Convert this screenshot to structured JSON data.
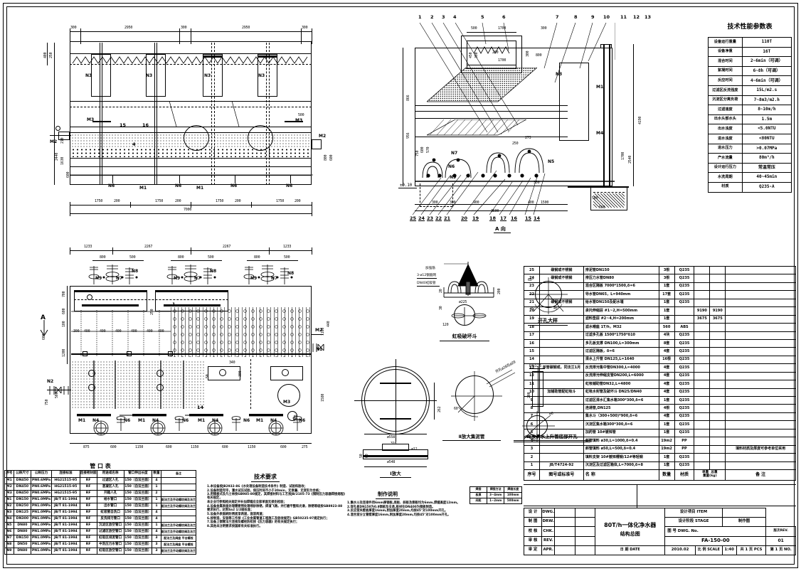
{
  "drawing": {
    "title": "80T/h一体化净水器",
    "subtitle": "结构总图",
    "dwg_no": "FA-150-00",
    "rev": "01",
    "date": "2010.02",
    "scale": "1:40",
    "stage": "制作图",
    "sheets_total": "共 1 页",
    "sheet_no": "第 1 页"
  },
  "param_table": {
    "title": "技术性能参数表",
    "rows": [
      {
        "k": "设备运行重量",
        "v": "110T"
      },
      {
        "k": "设备净重",
        "v": "16T"
      },
      {
        "k": "混合时间",
        "v": "2~6min（可调）"
      },
      {
        "k": "絮凝时间",
        "v": "6~8h（可调）"
      },
      {
        "k": "反应时间",
        "v": "4~6min（可调）"
      },
      {
        "k": "过滤区反洗强度",
        "v": "15L/m2.s"
      },
      {
        "k": "沉淀区分离负荷",
        "v": "7~8m3/m2.h"
      },
      {
        "k": "过滤速度",
        "v": "8~10m/h"
      },
      {
        "k": "出水头部水头",
        "v": "1.5m"
      },
      {
        "k": "出水浊度",
        "v": "<5.0NTU"
      },
      {
        "k": "进水浊度",
        "v": "<80NTU"
      },
      {
        "k": "进水压力",
        "v": ">0.07MPa"
      },
      {
        "k": "产水流量",
        "v": "80m³/h"
      },
      {
        "k": "设计运行压力",
        "v": "常温常压"
      },
      {
        "k": "水洗周期",
        "v": "40~45min"
      },
      {
        "k": "材质",
        "v": "Q235-A"
      }
    ]
  },
  "bom": {
    "header": {
      "no": "序号",
      "std": "图号或标准号",
      "name": "名 称",
      "qty": "数量",
      "mat": "材质",
      "w1": "单重",
      "w2": "总重",
      "wunit": "重量(kg)",
      "remark": "备 注"
    },
    "rows": [
      {
        "no": "25",
        "std": "碳钢或不锈钢",
        "name": "排泥管DN150",
        "qty": "3根",
        "mat": "Q235",
        "w1": "",
        "w2": "",
        "remark": ""
      },
      {
        "no": "24",
        "std": "碳钢或不锈钢",
        "name": "排压力水管DN80",
        "qty": "3根",
        "mat": "Q235",
        "w1": "",
        "w2": "",
        "remark": ""
      },
      {
        "no": "23",
        "std": "",
        "name": "混合区隔板 7000*1500,δ=6",
        "qty": "1套",
        "mat": "Q235",
        "w1": "",
        "w2": "",
        "remark": ""
      },
      {
        "no": "22",
        "std": "",
        "name": "导水管DN65，L=940mm",
        "qty": "17套",
        "mat": "Q235",
        "w1": "",
        "w2": "",
        "remark": ""
      },
      {
        "no": "21",
        "std": "碳钢或不锈钢",
        "name": "给水管DN150及配水堰",
        "qty": "1套",
        "mat": "Q235",
        "w1": "",
        "w2": "",
        "remark": ""
      },
      {
        "no": "20",
        "std": "",
        "name": "承托伸缩层 #1~2,H=500mm",
        "qty": "1套",
        "mat": "",
        "w1": "9190",
        "w2": "9190",
        "remark": ""
      },
      {
        "no": "19",
        "std": "",
        "name": "滤料垫层 #2~4,H=200mm",
        "qty": "1套",
        "mat": "",
        "w1": "3675",
        "w2": "3675",
        "remark": ""
      },
      {
        "no": "18",
        "std": "",
        "name": "滤水帽座 1T/h，M32",
        "qty": "560",
        "mat": "ABS",
        "w1": "",
        "w2": "",
        "remark": ""
      },
      {
        "no": "17",
        "std": "",
        "name": "过滤多孔板 1500*1750*δ10",
        "qty": "4块",
        "mat": "Q235",
        "w1": "",
        "w2": "",
        "remark": ""
      },
      {
        "no": "16",
        "std": "",
        "name": "多孔板支撑 DN100,L=300mm",
        "qty": "8套",
        "mat": "Q235",
        "w1": "",
        "w2": "",
        "remark": ""
      },
      {
        "no": "15",
        "std": "",
        "name": "过滤区隔板，δ=6",
        "qty": "4套",
        "mat": "Q235",
        "w1": "",
        "w2": "",
        "remark": ""
      },
      {
        "no": "14",
        "std": "",
        "name": "清水上升管 DN125,L=1640",
        "qty": "16根",
        "mat": "Q235",
        "w1": "",
        "w2": "",
        "remark": ""
      },
      {
        "no": "13",
        "std": "单管碳钢或，同法兰1月",
        "name": "反洗排污集中管DN300,L=4000",
        "qty": "4套",
        "mat": "Q235",
        "w1": "",
        "w2": "",
        "remark": ""
      },
      {
        "no": "12",
        "std": "",
        "name": "反洗排污伸缩支管DN200,L=6000",
        "qty": "4套",
        "mat": "Q235",
        "w1": "",
        "w2": "",
        "remark": ""
      },
      {
        "no": "11",
        "std": "",
        "name": "虹吸辅助管DN32,L=4800",
        "qty": "4套",
        "mat": "Q235",
        "w1": "",
        "w2": "",
        "remark": ""
      },
      {
        "no": "10",
        "std": "加辅助管配虹吸斗",
        "name": "虹吸水封管及破坏斗 DN25/DN40",
        "qty": "4套",
        "mat": "Q235",
        "w1": "",
        "w2": "",
        "remark": ""
      },
      {
        "no": "9",
        "std": "",
        "name": "过滤区清水汇集水箱300*300,δ=6",
        "qty": "1套",
        "mat": "Q235",
        "w1": "",
        "w2": "",
        "remark": ""
      },
      {
        "no": "8",
        "std": "",
        "name": "连通管,DN125",
        "qty": "4根",
        "mat": "Q235",
        "w1": "",
        "w2": "",
        "remark": ""
      },
      {
        "no": "7",
        "std": "",
        "name": "集水斗（300+500)*900,δ=6",
        "qty": "4套",
        "mat": "Q235",
        "w1": "",
        "w2": "",
        "remark": ""
      },
      {
        "no": "6",
        "std": "",
        "name": "沉淀区集水箱300*300,δ=6",
        "qty": "1套",
        "mat": "Q235",
        "w1": "",
        "w2": "",
        "remark": ""
      },
      {
        "no": "5",
        "std": "",
        "name": "加药管 10#镀锌管",
        "qty": "1套",
        "mat": "Q235",
        "w1": "",
        "w2": "",
        "remark": ""
      },
      {
        "no": "4",
        "std": "",
        "name": "斜管填料 ø30,L=1000,δ=0.4",
        "qty": "19m2",
        "mat": "PP",
        "w1": "",
        "w2": "",
        "remark": ""
      },
      {
        "no": "3",
        "std": "",
        "name": "斜管填料 ø50,L=500,δ=0.4",
        "qty": "19m2",
        "mat": "PP",
        "w1": "",
        "w2": "",
        "remark": "填料材质及厚度可参考单位采用"
      },
      {
        "no": "2",
        "std": "",
        "name": "填料支架 10#镀锌槽钢/12#等轻钢",
        "qty": "1套",
        "mat": "Q235",
        "w1": "",
        "w2": "",
        "remark": ""
      },
      {
        "no": "1",
        "std": "JB/T4724-92",
        "name": "沉淀区及过滤区箱体,L=7000,δ=8",
        "qty": "1套",
        "mat": "Q235",
        "w1": "",
        "w2": "",
        "remark": ""
      }
    ]
  },
  "nozzle_table": {
    "title": "管 口 表",
    "header": [
      "序号",
      "公称尺寸",
      "公称压力",
      "连接标准",
      "连接密封面",
      "用途或名称",
      "管口伸出长度",
      "数量",
      "备注"
    ],
    "rows": [
      {
        "no": "M1",
        "dn": "DN450",
        "pn": "PN0.6MPa",
        "std": "HG21515-95",
        "face": "RF",
        "use": "过滤区人孔",
        "len": "150（自法兰面）",
        "qty": "4",
        "rem": ""
      },
      {
        "no": "M2",
        "dn": "DN450",
        "pn": "PN0.6MPa",
        "std": "HG21515-95",
        "face": "RF",
        "use": "混凝区人孔",
        "len": "150（自法兰面）",
        "qty": "1",
        "rem": ""
      },
      {
        "no": "M3",
        "dn": "DN450",
        "pn": "PN0.6MPa",
        "std": "HG21515-95",
        "face": "RF",
        "use": "开箱人孔",
        "len": "150（自法兰面）",
        "qty": "2",
        "rem": ""
      },
      {
        "no": "N1",
        "dn": "DN150",
        "pn": "PN1.0MPa",
        "std": "JB/T 81-1994",
        "face": "RF",
        "use": "给水管口",
        "len": "150（自法兰面）",
        "qty": "1",
        "rem": "配法兰及手动螺纹阀及法兰"
      },
      {
        "no": "N2",
        "dn": "DN250",
        "pn": "PN1.0MPa",
        "std": "JB/T 81-1994",
        "face": "RF",
        "use": "出水管口",
        "len": "150（自法兰面）",
        "qty": "1",
        "rem": "配法兰及手动螺纹阀及法兰"
      },
      {
        "no": "N3",
        "dn": "DN125",
        "pn": "PN1.0MPa",
        "std": "JB/T 81-1994",
        "face": "RF",
        "use": "虹吸管自洗口",
        "len": "150（自法兰面）",
        "qty": "4",
        "rem": ""
      },
      {
        "no": "N4",
        "dn": "DN300",
        "pn": "PN1.0MPa",
        "std": "JB/T 81-1994",
        "face": "RF",
        "use": "反洗排污管口",
        "len": "150（自法兰面）",
        "qty": "4",
        "rem": ""
      },
      {
        "no": "N5",
        "dn": "DN80",
        "pn": "PN1.0MPa",
        "std": "JB/T 81-1994",
        "face": "RF",
        "use": "沉淀区放空管口",
        "len": "150（自法兰面）",
        "qty": "1",
        "rem": "配法兰及手动螺纹阀及法兰"
      },
      {
        "no": "N6",
        "dn": "DN80",
        "pn": "PN1.0MPa",
        "std": "JB/T 81-1994",
        "face": "RF",
        "use": "过滤区放空管口",
        "len": "150（自法兰面）",
        "qty": "4",
        "rem": "配法兰及手动螺纹阀及法兰"
      },
      {
        "no": "N7",
        "dn": "DN150",
        "pn": "PN1.0MPa",
        "std": "JB/T 81-1994",
        "face": "RF",
        "use": "虹吸区排泥管口",
        "len": "150（自法兰面）",
        "qty": "3",
        "rem": "配法兰及阀座 平台螺栓"
      },
      {
        "no": "N8",
        "dn": "DN50",
        "pn": "PN1.0MPa",
        "std": "JB/T 81-1994",
        "face": "RF",
        "use": "中洗压力水管口",
        "len": "150（自法兰面）",
        "qty": "3",
        "rem": "配法兰及阀座 平台螺栓"
      },
      {
        "no": "N9",
        "dn": "DN80",
        "pn": "PN1.0MPa",
        "std": "JB/T 81-1994",
        "face": "RF",
        "use": "虹吸区放空管口",
        "len": "150（自法兰面）",
        "qty": "3",
        "rem": "配法兰及手动螺纹阀及法兰"
      }
    ]
  },
  "tech_req": {
    "title": "技术要求",
    "lines": [
      "1.本设备按JB2932-86《水处理设备制造技术条件》制造、试验和验收；",
      "2.设备制造完毕，灌水试压试验，保压时间不小于30min，无渗漏、无变形为合格；",
      "3.用钢板式及凡士林按GB985-80规定，其焊接材料与工艺按JB/2105-73《钢制压力容器焊接规程》有关规定，",
      "   本企业可参照相关规定并补加焊缝应全部单面无损伤检验；",
      "4.设备金属表面处理需要预处理喷砂除锈，焊渣飞溅，并打磨平整和光滑，除锈等级按GB8923-88",
      "   要求执行，达到Sa2 1/2级标准；",
      "5.设备外表面刷防锈底漆两道，面漆两道；",
      "6.按制造、安装等工作按《工业金属管道工程施工及验收规范》GB50235-97规定执行；",
      "7.设备上钢管法兰连接及螺栓防松按《压力容器》的有关规定执行；",
      "8.其他未注明要求按国家有关标准执行。"
    ]
  },
  "make_note": {
    "title": "制作说明",
    "lines": [
      "1.集水斗及连接件用6mm厚钢板,底板、斜板及侧板均为6mm,焊缝高度12mm。",
      "2.穿孔板DN150为0.8钢板及支承,板材在DN400为钢板制造。",
      "3.反应室夹壁板厚度16mm,附加厚度20mm,均按45°对100mm开孔。",
      "4.混合室分立管壁厚度16mm,附加厚度20mm,均按45°对100mm开孔。"
    ]
  },
  "title_block": {
    "rows": [
      {
        "cn": "设 计",
        "en": "DWG."
      },
      {
        "cn": "制 图",
        "en": "DRW."
      },
      {
        "cn": "校 核",
        "en": "CHK."
      },
      {
        "cn": "审 核",
        "en": "REV."
      },
      {
        "cn": "审 定",
        "en": "APR."
      }
    ],
    "item_label": "设计项目 ITEM",
    "item_value": "",
    "stage_label": "设计阶段 STAGE",
    "stage_value": "制作图",
    "dwgno_label": "图 号 DWG. No.",
    "rev_label": "版次REV.",
    "date_label": "日 期 DATE",
    "scale_label": "比 例 SCALE",
    "total_label": "共 1 页 PCS",
    "page_label": "第 1 页 NO."
  },
  "weld_table": {
    "headers": [
      "焊接",
      "焊接方法",
      "焊缝长度"
    ],
    "rows": [
      {
        "a": "板厚",
        "b": "3~4mm",
        "c": "100mm"
      },
      {
        "a": "间距",
        "b": "1~2mm",
        "c": "500mm"
      }
    ]
  },
  "details": {
    "siphon_breaker": "虹吸破坏斗",
    "hole_detail": "开孔大样",
    "mud_pipe": "Ⅱ放大集泥管",
    "riser_hole": "Ⅲ放清水上升管底部开孔",
    "enlarge_1": "Ⅰ放大",
    "view_a": "A 向"
  },
  "callouts": {
    "siphon_labels": [
      "加强筋",
      "3-ø12钢筋网",
      "DN40虹吸管"
    ],
    "siphon_dims": [
      "ø225",
      "120",
      "20",
      "200",
      "30"
    ],
    "hole_dims": [
      "45°",
      "45°",
      "60°",
      "ø20"
    ],
    "mud_dims": [
      "ø6",
      "ø20",
      "60°"
    ],
    "riser_dims": [
      "45°",
      "ø6"
    ],
    "enlarge_dims": [
      "ø558",
      "318",
      "ø12",
      "ø548",
      "50",
      "60",
      "50"
    ],
    "dn125": "DN125",
    "dn25": "DN25管接头",
    "dn40": "DN40虹吸管"
  },
  "views": {
    "top_left": {
      "h_dims_top": [
        "300",
        "2950",
        "300",
        "2950",
        "300"
      ],
      "h_dims_bottom": [
        "1750",
        "1750",
        "1750",
        "1750"
      ],
      "overall": "7000",
      "left_dims": [
        "400",
        "250",
        "2440",
        "210",
        "1630",
        "600"
      ],
      "right_dims": [
        "500",
        "800",
        "600"
      ],
      "part_numbers": [
        "15",
        "16",
        "4"
      ],
      "nozzles": [
        "N3",
        "N3",
        "N3",
        "N3",
        "M3",
        "M3",
        "M2",
        "N6",
        "N6",
        "N6",
        "M1"
      ]
    },
    "top_mid": {
      "leader_numbers_top": [
        "1",
        "2",
        "3",
        "4",
        "5",
        "6",
        "7",
        "8",
        "9",
        "10",
        "11",
        "12",
        "13"
      ],
      "leader_numbers_bottom": [
        "25",
        "24",
        "23",
        "22",
        "21",
        "20",
        "19",
        "18",
        "17",
        "16",
        "15",
        "14"
      ],
      "dims": [
        "500",
        "1700",
        "300",
        "1700",
        "450",
        "300",
        "200",
        "300",
        "100",
        "180",
        "866",
        "956",
        "4190",
        "2540",
        "1700",
        "3500",
        "1500",
        "500",
        "400",
        "900",
        "300",
        "800",
        "300",
        "273",
        "250",
        "570",
        "600",
        "750",
        "350",
        "500",
        "±0.10"
      ],
      "nozzles": [
        "N7",
        "N6",
        "N9",
        "N3",
        "M1",
        "M4",
        "N5"
      ],
      "view_label": "A 向"
    },
    "bottom_left": {
      "h_dims_top": [
        "1233",
        "2267",
        "2267",
        "1233"
      ],
      "sub_dims": [
        "800",
        "500",
        "800",
        "500",
        "800",
        "500"
      ],
      "h_dims_bottom": [
        "875",
        "600",
        "1150",
        "600",
        "1150",
        "600",
        "1150",
        "600",
        "275"
      ],
      "left_dims": [
        "700",
        "600",
        "100",
        "1200",
        "750",
        "500"
      ],
      "cell_dims": [
        "300",
        "400",
        "400",
        "400",
        "400",
        "400",
        "400",
        "400"
      ],
      "nozzles": [
        "N9",
        "N7",
        "N8",
        "N9",
        "N7",
        "N8",
        "N9",
        "N7",
        "N8",
        "M2",
        "N1",
        "N2",
        "M1",
        "N4",
        "N6",
        "M1",
        "N4",
        "N6",
        "M1",
        "N4",
        "N6",
        "M3"
      ],
      "section_mark": "A",
      "part_numbers": [
        "14",
        "1"
      ],
      "misc_dims": [
        "340",
        "300",
        "50",
        "500",
        "250",
        "700",
        "1580",
        "440",
        "1100"
      ]
    }
  }
}
